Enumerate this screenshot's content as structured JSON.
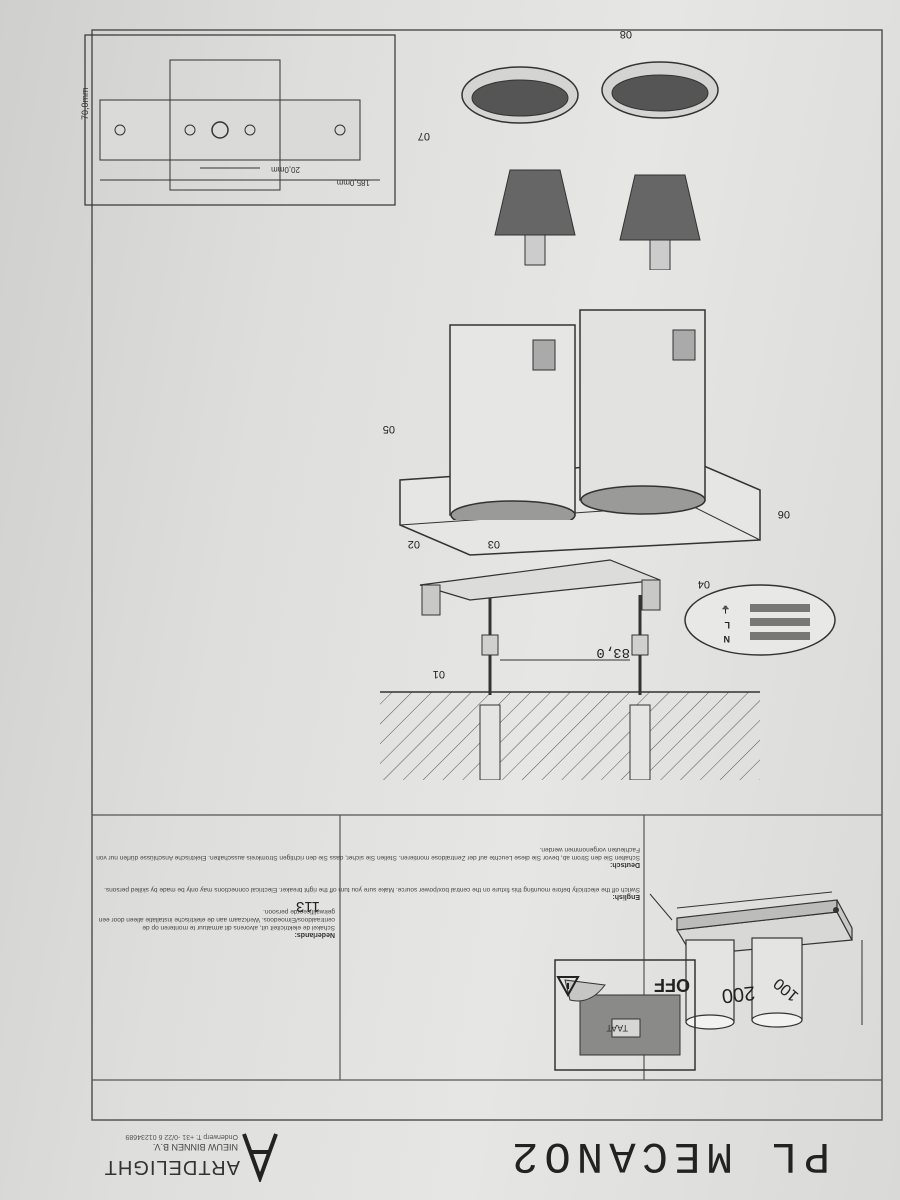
{
  "document": {
    "title": "PL MECANO2",
    "brand": {
      "name": "ARTDELIGHT",
      "subtitle": "NIEUW BINNEN B.V.",
      "contact": "Onderwerp T: +31 -0/22 6 01234689"
    },
    "product_view": {
      "width_label": "200",
      "depth_label": "100",
      "height_label": "113"
    },
    "switch_graphic": {
      "off_label": "OFF",
      "switch_text": "TAAT"
    },
    "instructions": [
      {
        "heading": "Nederlands:",
        "text": "Schakel de elektriciteit uit, alvorens dit armatuur te monteren op de centraaldoos/Elmoedoos. Werkzaam aan de elektrische installatie alleen door een gekwalificeerde persoon."
      },
      {
        "heading": "English:",
        "text": "Switch off the electricity before mounting this fixture on the central box/power source. Make sure you turn off the right breaker. Electrical connections may only be made by skilled persons."
      },
      {
        "heading": "Deutsch:",
        "text": "Schalten Sie den Strom ab, bevor Sie diese Leuchte auf der Zentraldose montieren. Stellen Sie sicher, dass Sie den richtigen Stromkreis ausschalten. Elektrische Anschlüsse dürfen nur von Fachleuten vorgenommen werden."
      }
    ],
    "assembly": {
      "steps": [
        "01",
        "02",
        "03",
        "04",
        "05",
        "06",
        "07",
        "08"
      ],
      "spike_spacing": "83,0",
      "wires": [
        "N",
        "L",
        "⏚"
      ]
    },
    "mounting_plate": {
      "overall_label": "185,0mm",
      "hole_spacing_label": "20,0mm",
      "height_label": "70,0mm"
    }
  },
  "colors": {
    "paper": "#e2e2e0",
    "ink": "#222222",
    "ground_hatch": "#555555"
  }
}
